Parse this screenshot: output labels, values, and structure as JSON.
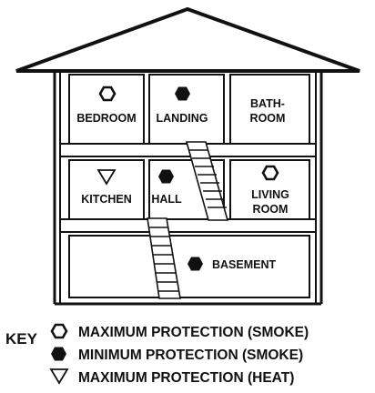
{
  "rooms": {
    "bedroom": "BEDROOM",
    "landing": "LANDING",
    "bathroom_line1": "BATH-",
    "bathroom_line2": "ROOM",
    "kitchen": "KITCHEN",
    "hall": "HALL",
    "living_line1": "LIVING",
    "living_line2": "ROOM",
    "basement": "BASEMENT"
  },
  "key": {
    "title": "KEY",
    "entries": [
      {
        "icon": "hollow-hexagon-icon",
        "label": "MAXIMUM PROTECTION (SMOKE)"
      },
      {
        "icon": "filled-hexagon-icon",
        "label": "MINIMUM PROTECTION (SMOKE)"
      },
      {
        "icon": "hollow-triangle-icon",
        "label": "MAXIMUM PROTECTION (HEAT)"
      }
    ]
  },
  "colors": {
    "ink": "#111111",
    "background": "#ffffff"
  }
}
